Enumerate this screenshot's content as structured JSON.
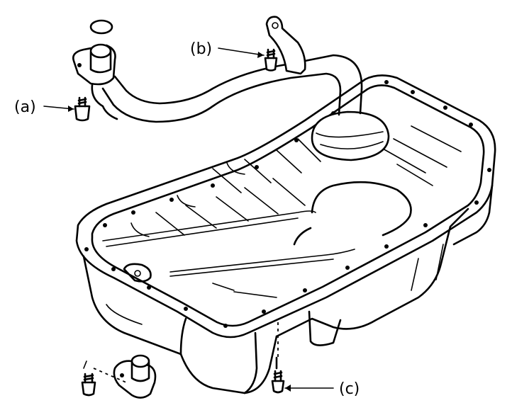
{
  "callouts": {
    "a": "(a)",
    "b": "(b)",
    "c": "(c)"
  },
  "colors": {
    "ink": "#000000",
    "paper": "#ffffff"
  }
}
